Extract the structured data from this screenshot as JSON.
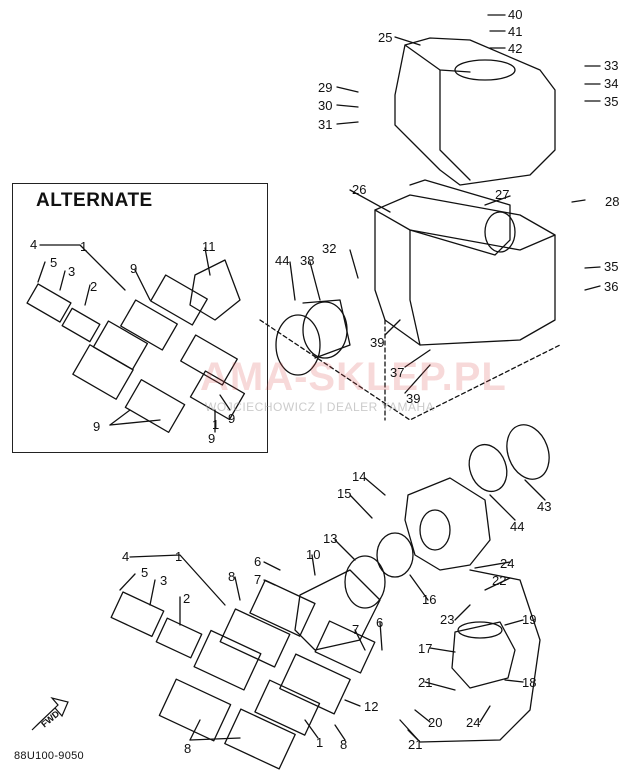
{
  "diagram": {
    "alternate_title": "ALTERNATE",
    "drawing_code": "88U100-9050",
    "fwd_label": "FWD",
    "watermark_main": "AMA-SKLEP.PL",
    "watermark_sub": "WOJCIECHOWICZ | DEALER YAMAHA"
  },
  "callouts": [
    {
      "id": "c40",
      "text": "40"
    },
    {
      "id": "c41",
      "text": "41"
    },
    {
      "id": "c42",
      "text": "42"
    },
    {
      "id": "c25",
      "text": "25"
    },
    {
      "id": "c29",
      "text": "29"
    },
    {
      "id": "c30",
      "text": "30"
    },
    {
      "id": "c31",
      "text": "31"
    },
    {
      "id": "c33",
      "text": "33"
    },
    {
      "id": "c34",
      "text": "34"
    },
    {
      "id": "c35a",
      "text": "35"
    },
    {
      "id": "c26",
      "text": "26"
    },
    {
      "id": "c27",
      "text": "27"
    },
    {
      "id": "c28",
      "text": "28"
    },
    {
      "id": "c32",
      "text": "32"
    },
    {
      "id": "c35b",
      "text": "35"
    },
    {
      "id": "c36",
      "text": "36"
    },
    {
      "id": "c44a",
      "text": "44"
    },
    {
      "id": "c38",
      "text": "38"
    },
    {
      "id": "c39a",
      "text": "39"
    },
    {
      "id": "c37",
      "text": "37"
    },
    {
      "id": "c39b",
      "text": "39"
    },
    {
      "id": "c43",
      "text": "43"
    },
    {
      "id": "c44b",
      "text": "44"
    },
    {
      "id": "c14",
      "text": "14"
    },
    {
      "id": "c15",
      "text": "15"
    },
    {
      "id": "c13",
      "text": "13"
    },
    {
      "id": "c16",
      "text": "16"
    },
    {
      "id": "c24a",
      "text": "24"
    },
    {
      "id": "c22",
      "text": "22"
    },
    {
      "id": "c23",
      "text": "23"
    },
    {
      "id": "c19",
      "text": "19"
    },
    {
      "id": "c17",
      "text": "17"
    },
    {
      "id": "c18",
      "text": "18"
    },
    {
      "id": "c21a",
      "text": "21"
    },
    {
      "id": "c20",
      "text": "20"
    },
    {
      "id": "c24b",
      "text": "24"
    },
    {
      "id": "c21b",
      "text": "21"
    },
    {
      "id": "c12",
      "text": "12"
    },
    {
      "id": "c6a",
      "text": "6"
    },
    {
      "id": "c7a",
      "text": "7"
    },
    {
      "id": "c10",
      "text": "10"
    },
    {
      "id": "c8a",
      "text": "8"
    },
    {
      "id": "c7b",
      "text": "7"
    },
    {
      "id": "c6b",
      "text": "6"
    },
    {
      "id": "c8b",
      "text": "8"
    },
    {
      "id": "c4a",
      "text": "4"
    },
    {
      "id": "c1a",
      "text": "1"
    },
    {
      "id": "c5a",
      "text": "5"
    },
    {
      "id": "c3a",
      "text": "3"
    },
    {
      "id": "c2a",
      "text": "2"
    },
    {
      "id": "c8c",
      "text": "8"
    },
    {
      "id": "c1b",
      "text": "1"
    },
    {
      "id": "c4b",
      "text": "4"
    },
    {
      "id": "c1c",
      "text": "1"
    },
    {
      "id": "c5b",
      "text": "5"
    },
    {
      "id": "c3b",
      "text": "3"
    },
    {
      "id": "c2b",
      "text": "2"
    },
    {
      "id": "c11",
      "text": "11"
    },
    {
      "id": "c9a",
      "text": "9"
    },
    {
      "id": "c9b",
      "text": "9"
    },
    {
      "id": "c9c",
      "text": "9"
    },
    {
      "id": "c9d",
      "text": "9"
    },
    {
      "id": "c1d",
      "text": "1"
    }
  ]
}
